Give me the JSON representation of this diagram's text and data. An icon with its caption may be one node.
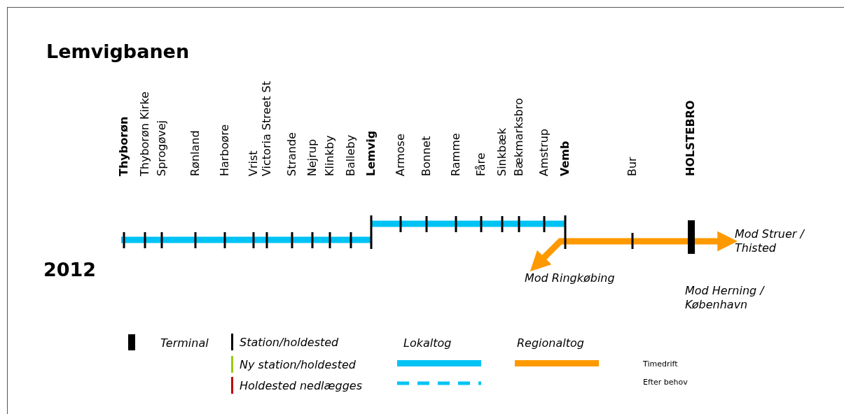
{
  "diagram": {
    "title": "Lemvigbanen",
    "nodes": [
      {
        "text": [
          "Mod Struer / Thisted"
        ]
      },
      {
        "text": [
          "Mod Ringkøbing"
        ]
      }
    ],
    "edges": [
      {
        "from": null,
        "to": 0,
        "arrow": "to"
      },
      {
        "from": null,
        "to": 1,
        "arrow": "to"
      }
    ],
    "labels": [
      "Thyborøn",
      "Thyborøn Kirke",
      "Sprogøvej",
      "Rønland",
      "Harboøre",
      "Vrist",
      "Victoria Street St",
      "Strande",
      "Nejrup",
      "Klinkby",
      "Balleby",
      "Lemvig",
      "Armose",
      "Bonnet",
      "Ramme",
      "Fåre",
      "Sinkbæk",
      "Bækmarksbro",
      "Amstrup",
      "Vemb",
      "Bur",
      "HOLSTEBRO",
      "2012",
      "Mod Herning / København",
      "Lokaltog",
      "Regionaltog",
      "Timedrift",
      "Efter behov"
    ],
    "legend": [
      {
        "text": "Terminal",
        "color": "#000000"
      },
      {
        "text": "Station/holdested",
        "color": "#000000"
      },
      {
        "text": "Ny station/holdested",
        "color": "#99cc00"
      },
      {
        "text": "Holdested nedlægges",
        "color": "#c00000"
      }
    ]
  }
}
